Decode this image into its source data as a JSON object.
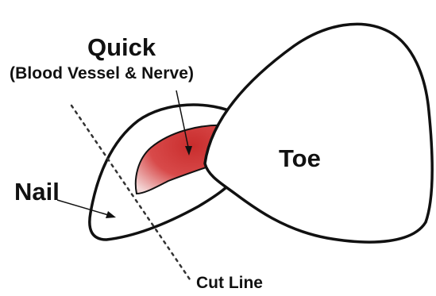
{
  "labels": {
    "quick": "Quick",
    "quick_detail": "(Blood Vessel & Nerve)",
    "toe": "Toe",
    "nail": "Nail",
    "cut_line": "Cut Line"
  },
  "colors": {
    "outline": "#111111",
    "quick_fill": "#d23a3a",
    "quick_highlight": "#f2d2d2",
    "background": "#ffffff"
  }
}
